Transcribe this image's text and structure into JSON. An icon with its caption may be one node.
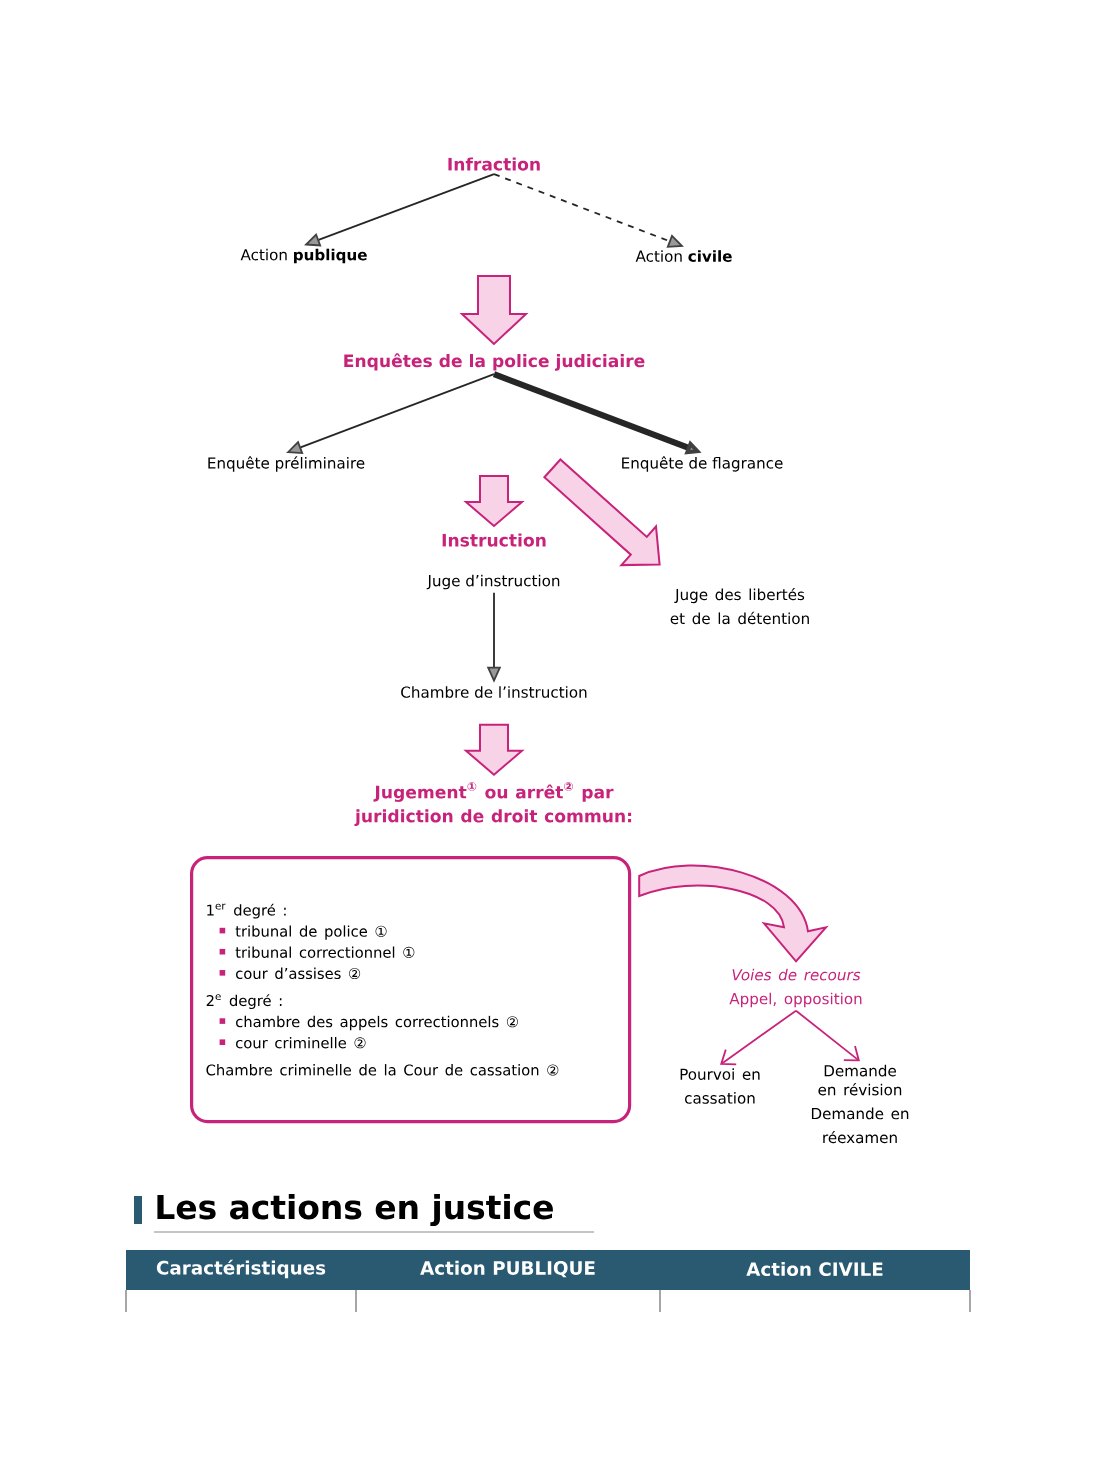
{
  "diagram": {
    "nodes": [
      {
        "text": [
          "Infraction"
        ]
      },
      {
        "text": [
          "Action **publique**"
        ]
      },
      {
        "text": [
          "Action **civile**"
        ]
      },
      {
        "text": [
          "Enquêtes de la police judiciaire"
        ]
      },
      {
        "text": [
          "Enquête préliminaire"
        ]
      },
      {
        "text": [
          "Enquête de flagrance"
        ]
      },
      {
        "text": [
          "Instruction"
        ]
      },
      {
        "text": [
          "Juge d’instruction"
        ]
      },
      {
        "text": [
          "Juge des libertés et de la détention"
        ]
      },
      {
        "text": [
          "Chambre de l’instruction"
        ]
      },
      {
        "text": [
          "Jugement$^{①}$ ou arrêt$^{②}$ par juridiction de droit commun:"
        ]
      },
      {
        "text": [
          "\\text{1}^{\\text{er}}\\text{ degré :}",
          "tribunal de police ①",
          "tribunal correctionnel ①",
          "cour d’assises ②",
          "\\text{2}^{\\text{e}}\\text{ degré :}",
          "chambre des appels correctionnels ②",
          "cour criminelle ②",
          "Chambre criminelle de la Cour de cassation ②"
        ]
      },
      {
        "text": [
          "Voies de recours",
          "Appel, opposition"
        ]
      },
      {
        "text": [
          "Pourvoi en cassation"
        ]
      },
      {
        "text": [
          "Demande en révision",
          "Demande en réexamen"
        ]
      }
    ],
    "edges": [
      {
        "from": 0,
        "to": 1,
        "arrow": "to"
      },
      {
        "from": 0,
        "to": 2,
        "arrow": "to",
        "style": "dashed"
      },
      {
        "from": null,
        "to": 3,
        "arrow": "to",
        "style": "thick",
        "color": "#c8237a"
      },
      {
        "from": 3,
        "to": 4,
        "arrow": "to"
      },
      {
        "from": 3,
        "to": 5,
        "arrow": "to",
        "style": "thick"
      },
      {
        "from": null,
        "to": 6,
        "arrow": "to",
        "style": "thick",
        "color": "#c8237a"
      },
      {
        "from": null,
        "to": 8,
        "arrow": "to",
        "style": "thick",
        "color": "#c8237a"
      },
      {
        "from": 7,
        "to": 9,
        "arrow": "to"
      },
      {
        "from": 9,
        "to": 10,
        "arrow": "to",
        "style": "thick",
        "color": "#c8237a"
      },
      {
        "from": 11,
        "to": 12,
        "arrow": "to",
        "style": "thick",
        "color": "#c8237a"
      },
      {
        "from": 12,
        "to": 13,
        "arrow": "to",
        "color": "#c8237a"
      },
      {
        "from": 12,
        "to": 14,
        "arrow": "to",
        "color": "#c8237a"
      }
    ],
    "labels": [
      "Les actions en justice",
      "Caractéristiques",
      "Action PUBLIQUE",
      "Action CIVILE"
    ]
  }
}
